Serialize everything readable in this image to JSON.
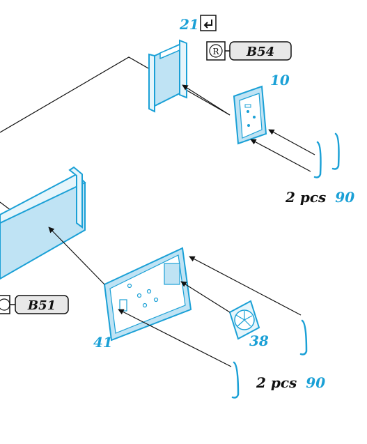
{
  "colors": {
    "part_fill": "#bfe3f4",
    "part_stroke": "#1aa0d6",
    "line": "#111111",
    "callout_number": "#1aa0d6",
    "callout_text": "#111111",
    "tag_fill": "#e8e8e8"
  },
  "icons": {
    "return": "return-arrow-icon",
    "registered": "registered-r-icon"
  },
  "labels": {
    "part_21": "21",
    "part_10": "10",
    "part_41": "41",
    "part_38": "38",
    "tag_b54": "B54",
    "tag_b51": "B51",
    "qty_top": "2 pcs",
    "qty_top_num": "90",
    "qty_bottom": "2 pcs",
    "qty_bottom_num": "90"
  }
}
